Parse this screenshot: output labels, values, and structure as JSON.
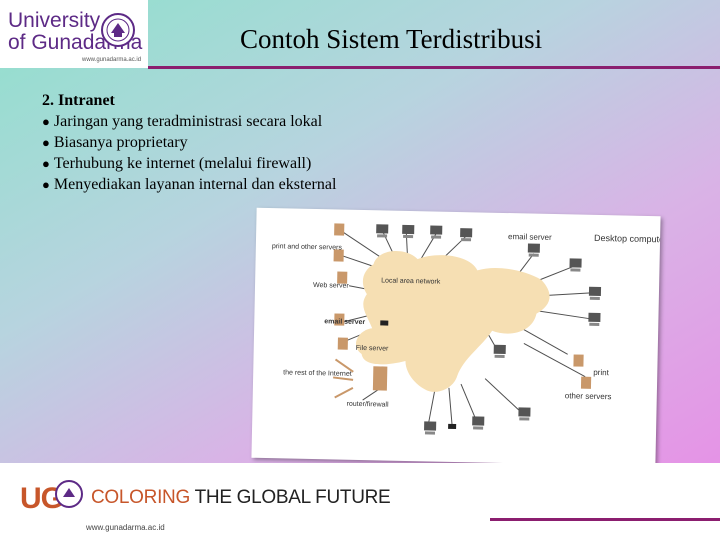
{
  "header": {
    "logo_line1": "University",
    "logo_line2": "of Gunadarma",
    "logo_url": "www.gunadarma.ac.id",
    "title": "Contoh Sistem Terdistribusi"
  },
  "content": {
    "heading": "2. Intranet",
    "bullets": [
      "Jaringan yang teradministrasi secara lokal",
      "Biasanya proprietary",
      "Terhubung ke internet (melalui firewall)",
      "Menyediakan layanan internal dan eksternal"
    ],
    "bullet_glyph": "●"
  },
  "diagram": {
    "labels": {
      "print_other": "print and other servers",
      "web": "Web server",
      "lan": "Local area network",
      "email_left": "email server",
      "file": "File server",
      "rest": "the rest of the Internet",
      "router": "router/firewall",
      "email_top": "email server",
      "desktop": "Desktop computers",
      "print": "print",
      "other": "other servers"
    },
    "colors": {
      "blob": "#f6dfb3",
      "device": "#c9986a",
      "line": "#4f4f4f"
    }
  },
  "footer": {
    "ug": "UG",
    "slogan_accent": "COLORING",
    "slogan_rest": " THE GLOBAL FUTURE",
    "url": "www.gunadarma.ac.id",
    "accent_color": "#c7562a"
  }
}
